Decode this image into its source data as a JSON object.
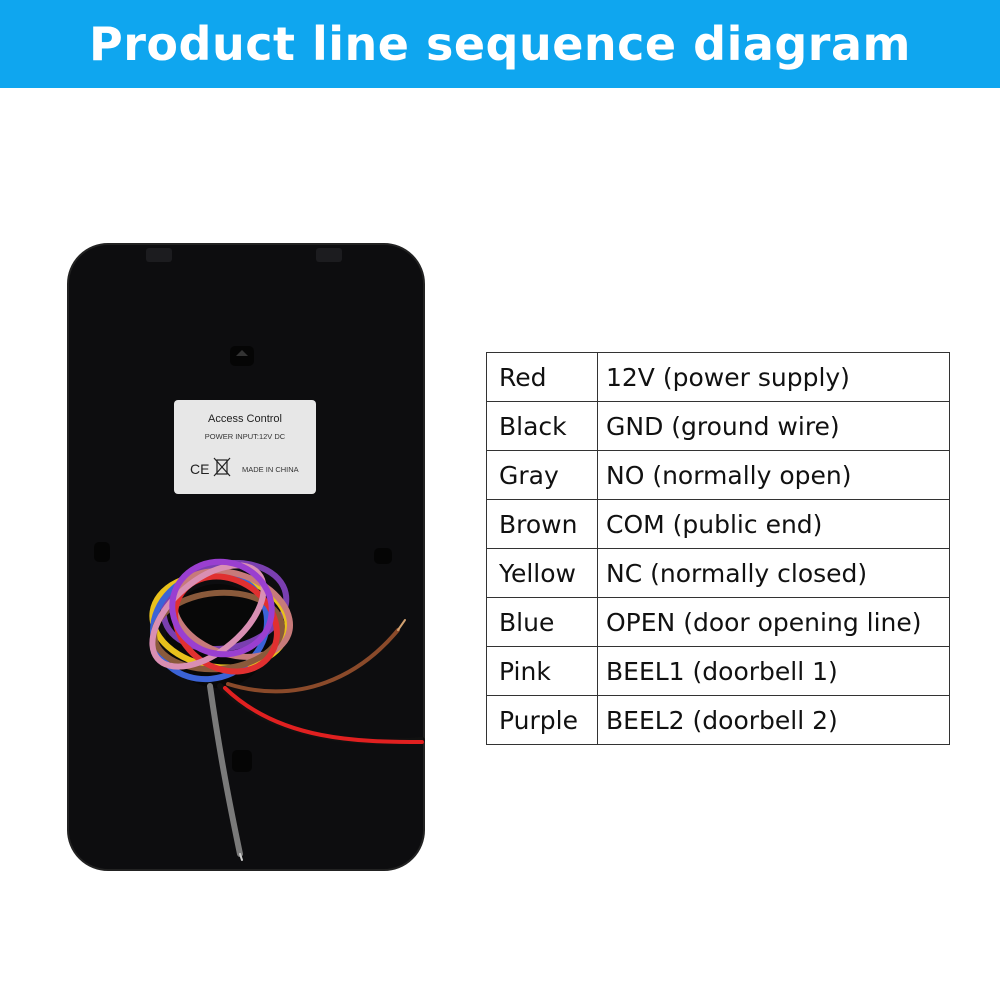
{
  "header": {
    "title": "Product line sequence diagram"
  },
  "device": {
    "label_title": "Access Control",
    "label_power": "POWER INPUT:12V DC",
    "label_ce": "CE",
    "label_origin": "MADE IN CHINA"
  },
  "wiring": {
    "rows": [
      {
        "color": "Red",
        "function": "12V (power supply)"
      },
      {
        "color": "Black",
        "function": "GND (ground wire)"
      },
      {
        "color": "Gray",
        "function": "NO (normally open)"
      },
      {
        "color": "Brown",
        "function": "COM (public end)"
      },
      {
        "color": "Yellow",
        "function": "NC (normally closed)"
      },
      {
        "color": "Blue",
        "function": "OPEN (door opening line)"
      },
      {
        "color": "Pink",
        "function": "BEEL1 (doorbell 1)"
      },
      {
        "color": "Purple",
        "function": "BEEL2 (doorbell 2)"
      }
    ]
  },
  "colors": {
    "banner": "#0fa6ef",
    "device_body": "#0d0d0f"
  }
}
